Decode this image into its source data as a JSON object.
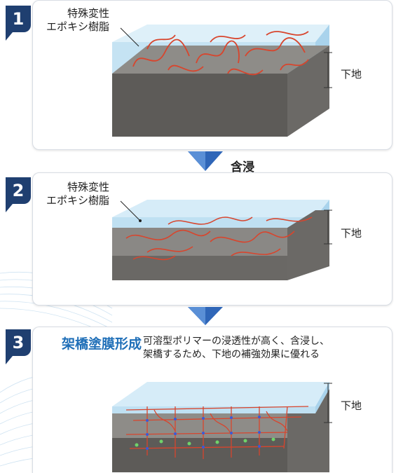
{
  "steps": [
    {
      "number": "1",
      "material_label": [
        "特殊変性",
        "エポキシ樹脂"
      ],
      "substrate_label": "下地"
    },
    {
      "number": "2",
      "material_label": [
        "特殊変性",
        "エポキシ樹脂"
      ],
      "substrate_label": "下地"
    },
    {
      "number": "3",
      "title": "架橋塗膜形成",
      "description": [
        "可溶型ポリマーの浸透性が高く、含浸し、",
        "架橋するため、下地の補強効果に優れる"
      ],
      "substrate_label": "下地"
    }
  ],
  "transition": {
    "label": "含浸"
  },
  "colors": {
    "badge": "#1f3f70",
    "arrow": "#2f66b8",
    "title": "#1f6fb8",
    "fiber": "#d8452d",
    "water": "#bfe0f2",
    "slab_top": "#8e8c88",
    "slab_front": "#5d5b58"
  }
}
